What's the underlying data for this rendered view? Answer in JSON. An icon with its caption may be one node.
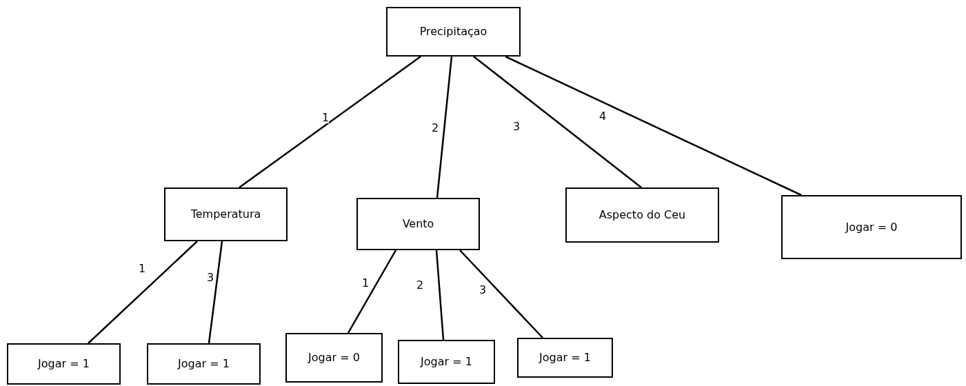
{
  "diagram": {
    "nodes": [
      {
        "text": [
          "Precipitaçao"
        ]
      },
      {
        "text": [
          "Temperatura"
        ]
      },
      {
        "text": [
          "Vento"
        ]
      },
      {
        "text": [
          "Aspecto do Ceu"
        ]
      },
      {
        "text": [
          "Jogar = 0"
        ]
      },
      {
        "text": [
          "Jogar = 1"
        ]
      },
      {
        "text": [
          "Jogar = 1"
        ]
      },
      {
        "text": [
          "Jogar = 0"
        ]
      },
      {
        "text": [
          "Jogar = 1"
        ]
      },
      {
        "text": [
          "Jogar = 1"
        ]
      }
    ],
    "edges": [
      {
        "from": 0,
        "to": 1,
        "arrow": "none",
        "label": "1"
      },
      {
        "from": 0,
        "to": 2,
        "arrow": "none",
        "label": "2"
      },
      {
        "from": 0,
        "to": 3,
        "arrow": "none",
        "label": "3"
      },
      {
        "from": 0,
        "to": 4,
        "arrow": "none",
        "label": "4"
      },
      {
        "from": 1,
        "to": 5,
        "arrow": "none",
        "label": "1"
      },
      {
        "from": 1,
        "to": 6,
        "arrow": "none",
        "label": "3"
      },
      {
        "from": 2,
        "to": 7,
        "arrow": "none",
        "label": "1"
      },
      {
        "from": 2,
        "to": 8,
        "arrow": "none",
        "label": "2"
      },
      {
        "from": 2,
        "to": 9,
        "arrow": "none",
        "label": "3"
      }
    ]
  }
}
